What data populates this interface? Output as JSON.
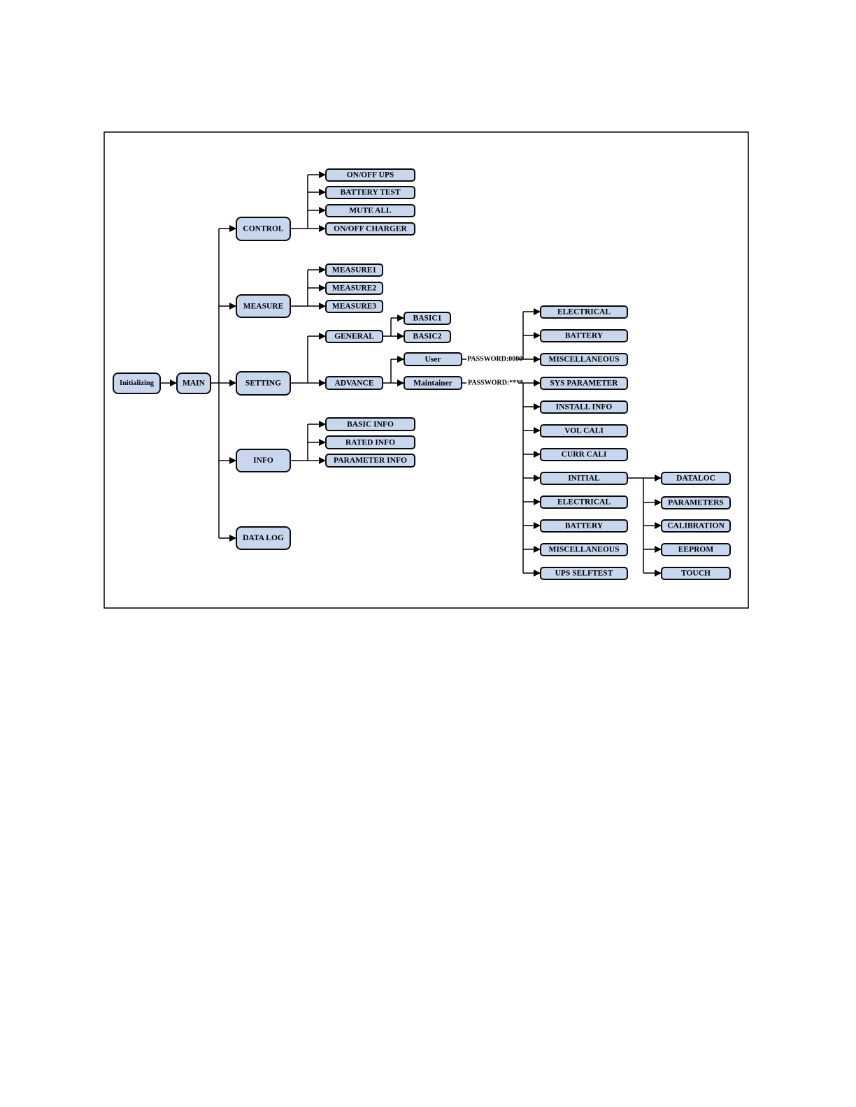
{
  "nodes": {
    "initializing": "Initializing",
    "main": "MAIN",
    "control": "CONTROL",
    "onoff_ups": "ON/OFF UPS",
    "battery_test": "BATTERY TEST",
    "mute_all": "MUTE ALL",
    "onoff_charger": "ON/OFF CHARGER",
    "measure": "MEASURE",
    "measure1": "MEASURE1",
    "measure2": "MEASURE2",
    "measure3": "MEASURE3",
    "setting": "SETTING",
    "general": "GENERAL",
    "basic1": "BASIC1",
    "basic2": "BASIC2",
    "advance": "ADVANCE",
    "user": "User",
    "maintainer": "Maintainer",
    "info": "INFO",
    "basic_info": "BASIC INFO",
    "rated_info": "RATED INFO",
    "parameter_info": "PARAMETER INFO",
    "data_log": "DATA LOG",
    "user_electrical": "ELECTRICAL",
    "user_battery": "BATTERY",
    "user_miscellaneous": "MISCELLANEOUS",
    "sys_parameter": "SYS PARAMETER",
    "install_info": "INSTALL INFO",
    "vol_cali": "VOL CALI",
    "curr_cali": "CURR CALI",
    "initial": "INITIAL",
    "maint_electrical": "ELECTRICAL",
    "maint_battery": "BATTERY",
    "maint_miscellaneous": "MISCELLANEOUS",
    "ups_selftest": "UPS SELFTEST",
    "dataloc": "DATALOC",
    "parameters": "PARAMETERS",
    "calibration": "CALIBRATION",
    "eeprom": "EEPROM",
    "touch": "TOUCH"
  },
  "labels": {
    "user_password": "PASSWORD:0000",
    "maintainer_password": "PASSWORD:****"
  }
}
